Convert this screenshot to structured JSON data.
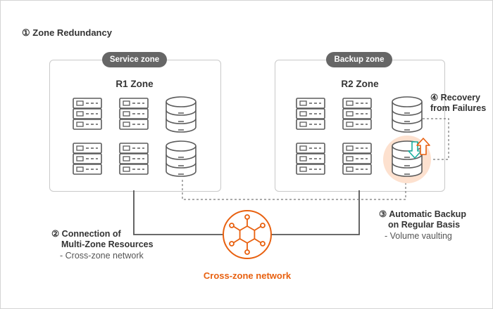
{
  "title": "① Zone Redundancy",
  "zones": [
    {
      "pill": "Service zone",
      "name": "R1 Zone"
    },
    {
      "pill": "Backup zone",
      "name": "R2 Zone"
    }
  ],
  "recovery": {
    "line1": "④ Recovery",
    "line2": "from Failures"
  },
  "backup": {
    "line1": "③ Automatic Backup",
    "line2": "on Regular Basis",
    "line3": "- Volume vaulting"
  },
  "connection": {
    "line1": "② Connection of",
    "line2": "Multi-Zone Resources",
    "line3": "- Cross-zone network"
  },
  "network": {
    "label": "Cross-zone network"
  },
  "colors": {
    "accent": "#e8600f",
    "recovery_arrow": "#1ab0a0",
    "pill": "#666666",
    "highlight": "#fde1cf"
  },
  "icons": [
    "server-icon",
    "database-icon",
    "network-hub-icon",
    "recovery-arrow-icon"
  ]
}
